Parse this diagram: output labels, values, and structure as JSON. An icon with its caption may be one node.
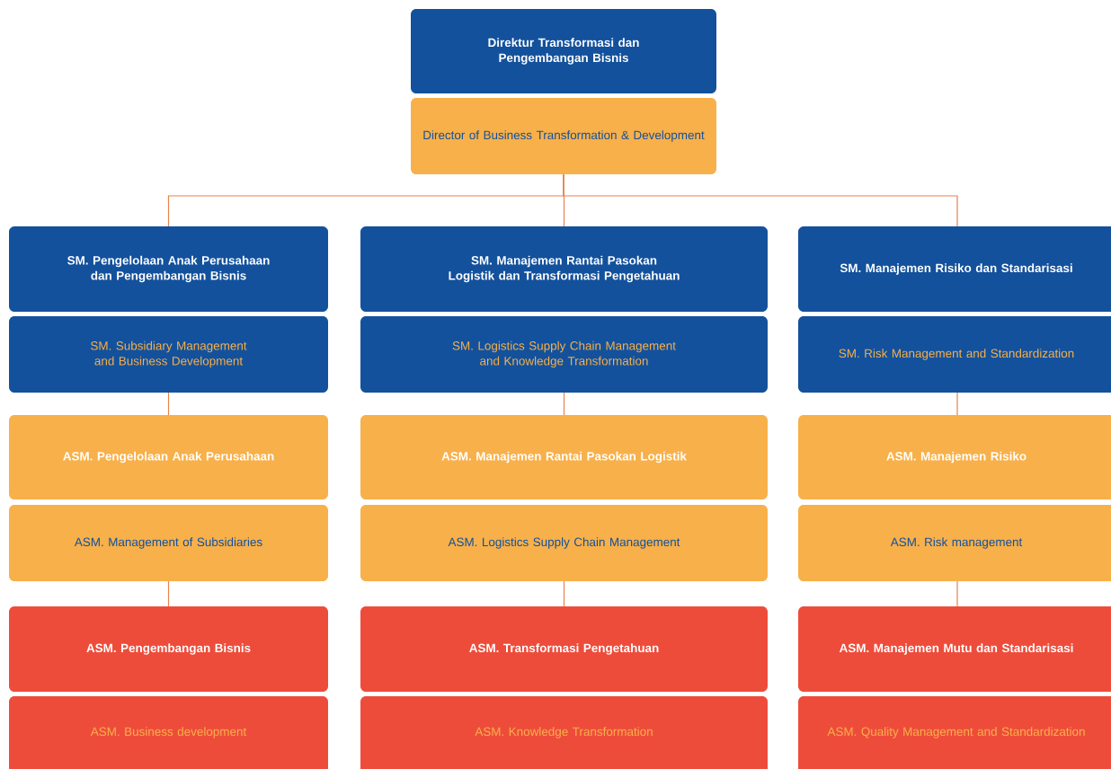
{
  "diagram": {
    "nodes": [
      {
        "text": [
          "Direktur Transformasi dan Pengembangan Bisnis",
          "Director of Business Transformation & Development"
        ]
      },
      {
        "text": [
          "SM. Pengelolaan Anak Perusahaan dan Pengembangan Bisnis",
          "SM. Subsidiary Management and Business Development"
        ]
      },
      {
        "text": [
          "SM. Manajemen Rantai Pasokan Logistik dan Transformasi Pengetahuan",
          "SM. Logistics Supply Chain Management and Knowledge Transformation"
        ]
      },
      {
        "text": [
          "SM. Manajemen Risiko dan Standarisasi",
          "SM. Risk Management and Standardization"
        ]
      },
      {
        "text": [
          "ASM. Pengelolaan Anak Perusahaan",
          "ASM. Management of Subsidiaries"
        ]
      },
      {
        "text": [
          "ASM. Manajemen Rantai Pasokan Logistik",
          "ASM. Logistics Supply Chain Management"
        ]
      },
      {
        "text": [
          "ASM. Manajemen Risiko",
          "ASM. Risk management"
        ]
      },
      {
        "text": [
          "ASM. Pengembangan Bisnis",
          "ASM. Business development"
        ]
      },
      {
        "text": [
          "ASM. Transformasi Pengetahuan",
          "ASM. Knowledge Transformation"
        ]
      },
      {
        "text": [
          "ASM. Manajemen Mutu dan Standarisasi",
          "ASM. Quality Management and Standardization"
        ]
      }
    ],
    "edges": [
      {
        "from": 0,
        "to": 1,
        "arrow": "none"
      },
      {
        "from": 0,
        "to": 2,
        "arrow": "none"
      },
      {
        "from": 0,
        "to": 3,
        "arrow": "none"
      },
      {
        "from": 1,
        "to": 4,
        "arrow": "none"
      },
      {
        "from": 4,
        "to": 7,
        "arrow": "none"
      },
      {
        "from": 2,
        "to": 5,
        "arrow": "none"
      },
      {
        "from": 5,
        "to": 8,
        "arrow": "none"
      },
      {
        "from": 3,
        "to": 6,
        "arrow": "none"
      },
      {
        "from": 6,
        "to": 9,
        "arrow": "none"
      }
    ]
  }
}
